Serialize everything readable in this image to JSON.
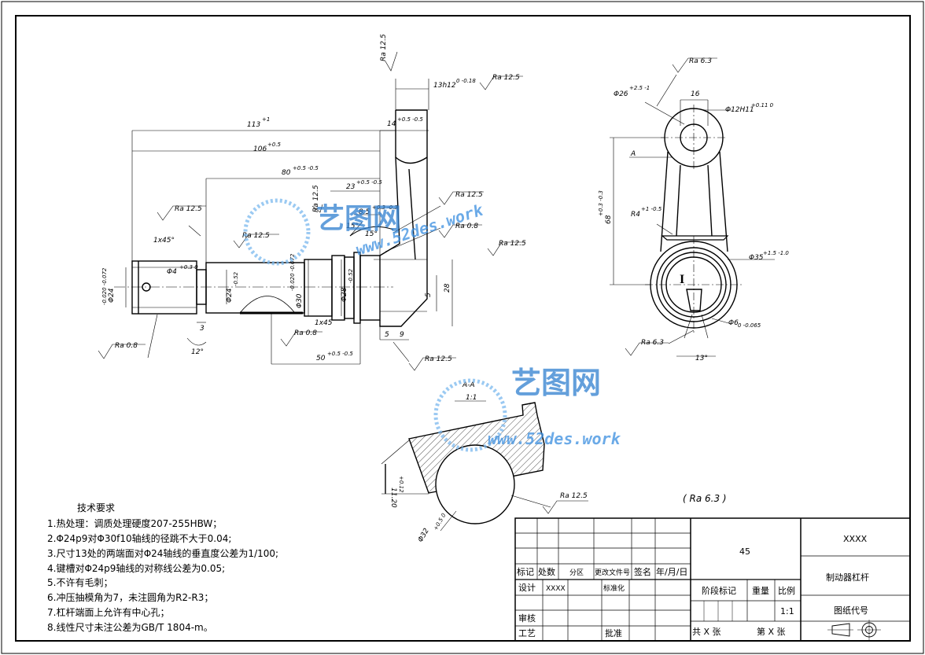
{
  "annotations": {
    "ra_12_5": "Ra 12.5",
    "ra_0_8": "Ra 0.8",
    "ra_6_3": "Ra 6.3",
    "dim_113": "113",
    "dim_113_tol": "+1",
    "dim_106": "106",
    "dim_106_tol": "+0.5",
    "dim_80": "80",
    "dim_80_tol": "+0.5 -0.5",
    "dim_23": "23",
    "dim_23_tol": "+0.5 -0.5",
    "dim_8_5": "8.5",
    "dim_8_5_tol": "+0.3 -0.3",
    "dim_14": "14",
    "dim_14_tol": "+0.5 -0.5",
    "dim_13": "13h12",
    "dim_13_tol": "0 -0.18",
    "chamfer": "1x45°",
    "chamfer2": "1x45",
    "phi4": "Φ4",
    "phi4_tol": "+0.3 0",
    "phi24_left": "Φ24",
    "phi24_left_tol": "-0.020 -0.072",
    "phi24_mid": "Φ24",
    "phi24_mid_tol": "-0.52",
    "phi30": "Φ30",
    "phi30_tol": "-0.020 -0.072",
    "phi28": "Φ28",
    "phi28_tol": "-0.52",
    "dim_3": "3",
    "dim_5a": "5",
    "dim_5b": "5",
    "dim_9": "9",
    "dim_28": "28",
    "dim_50": "50",
    "dim_50_tol": "+0.5 -0.5",
    "angle_15": "15°",
    "angle_15b": "15°",
    "angle_12": "12°",
    "angle_13": "13°",
    "dim_16": "16",
    "phi26": "Φ26",
    "phi26_tol": "+2.5 -1",
    "phi12": "Φ12H11",
    "phi12_tol": "+0.11 0",
    "label_a": "A",
    "r4": "R4",
    "r4_tol": "+1 -0.5",
    "dim_68": "68",
    "dim_68_tol": "+0.3 -0.3",
    "phi35": "Φ35",
    "phi35_tol": "+1.5 -1.0",
    "phi6": "Φ6",
    "phi6_tol": "0 -0.065",
    "roman_1": "I",
    "section_label": "A-A",
    "section_scale": "1:1",
    "dim_11_20": "11.20",
    "dim_11_20_tol": "+0.12",
    "phi32": "Φ32",
    "phi32_tol": "+0.5 0",
    "general_finish": "( Ra 6.3 )"
  },
  "technical_requirements": {
    "title": "技术要求",
    "items": [
      "1.热处理：调质处理硬度207-255HBW；",
      "2.Φ24p9对Φ30f10轴线的径跳不大于0.04;",
      "3.尺寸13处的两端面对Φ24轴线的垂直度公差为1/100;",
      "4.键槽对Φ24p9轴线的对称线公差为0.05;",
      "5.不许有毛刺；",
      "6.冲压抽模角为7，未注圆角为R2-R3；",
      "7.杠杆端面上允许有中心孔；",
      "8.线性尺寸未注公差为GB/T 1804-m。"
    ]
  },
  "title_block": {
    "material": "45",
    "company": "XXXX",
    "part_name": "制动器杠杆",
    "drawing_code": "图纸代号",
    "mark": "标记",
    "count": "处数",
    "zone": "分区",
    "change_doc": "更改文件号",
    "signature": "签名",
    "date": "年/月/日",
    "design": "设计",
    "designer": "XXXX",
    "standardize": "标准化",
    "stage_mark": "阶段标记",
    "weight": "重量",
    "ratio": "比例",
    "ratio_value": "1:1",
    "review": "审核",
    "process": "工艺",
    "approve": "批准",
    "total_sheets": "共 X 张",
    "sheet_no": "第 X 张"
  },
  "watermark": {
    "cn": "艺图网",
    "url": "www.52des.work"
  }
}
